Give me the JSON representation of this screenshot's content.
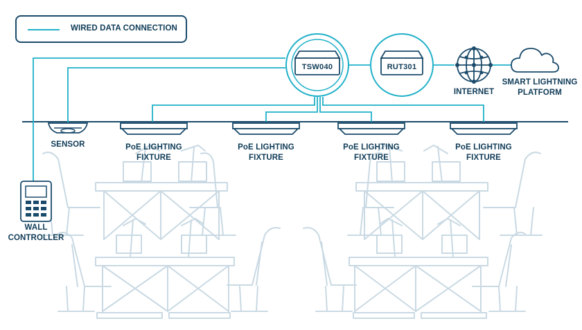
{
  "legend": {
    "label": "WIRED DATA CONNECTION"
  },
  "devices": {
    "switch": "TSW040",
    "router": "RUT301",
    "internet": "INTERNET",
    "platform_line1": "SMART LIGHTNING",
    "platform_line2": "PLATFORM",
    "sensor": "SENSOR",
    "controller_line1": "WALL",
    "controller_line2": "CONTROLLER"
  },
  "fixtures": [
    {
      "line1": "PoE LIGHTING",
      "line2": "FIXTURE"
    },
    {
      "line1": "PoE LIGHTING",
      "line2": "FIXTURE"
    },
    {
      "line1": "PoE LIGHTING",
      "line2": "FIXTURE"
    },
    {
      "line1": "PoE LIGHTING",
      "line2": "FIXTURE"
    }
  ],
  "colors": {
    "wire": "#1fb0c8",
    "ink": "#0f3b57",
    "furniture": "#c9d9e3"
  }
}
